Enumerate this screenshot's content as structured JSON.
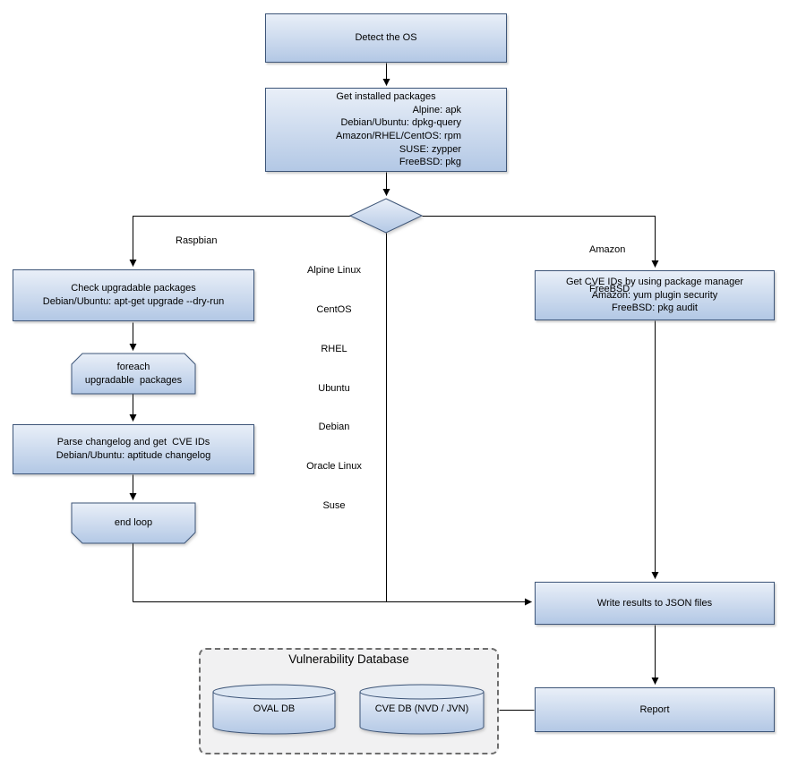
{
  "colors": {
    "node_fill_top": "#e9eff8",
    "node_fill_bottom": "#b3c8e5",
    "node_border": "#3d5578",
    "connector": "#000000",
    "cylinder_top": "#dde7f3",
    "db_panel_bg": "#f1f1f2",
    "db_panel_border": "#6e6e6e",
    "text": "#000000"
  },
  "nodes": {
    "detect_os": {
      "label": "Detect the OS"
    },
    "get_installed_packages": {
      "title": "Get installed packages",
      "lines": [
        "Alpine: apk",
        "Debian/Ubuntu: dpkg-query",
        "Amazon/RHEL/CentOS: rpm",
        "SUSE: zypper",
        "FreeBSD: pkg"
      ]
    },
    "check_upgradable": {
      "lines": [
        "Check upgradable packages",
        "Debian/Ubuntu: apt-get upgrade --dry-run"
      ]
    },
    "foreach_loop": {
      "lines": [
        "foreach",
        "upgradable  packages"
      ]
    },
    "parse_changelog": {
      "lines": [
        "Parse changelog and get  CVE IDs",
        "Debian/Ubuntu: aptitude changelog"
      ]
    },
    "end_loop": {
      "label": "end loop"
    },
    "get_cve_ids": {
      "lines": [
        "Get CVE IDs by using package manager",
        "Amazon: yum plugin security",
        "FreeBSD: pkg audit"
      ]
    },
    "write_results": {
      "label": "Write results to JSON files"
    },
    "report": {
      "label": "Report"
    },
    "vulnerability_database": {
      "title": "Vulnerability Database",
      "databases": [
        "OVAL DB",
        "CVE DB (NVD / JVN)"
      ]
    }
  },
  "edge_labels": {
    "left_branch": "Raspbian",
    "middle_branch": [
      "Alpine Linux",
      "CentOS",
      "RHEL",
      "Ubuntu",
      "Debian",
      "Oracle Linux",
      "Suse"
    ],
    "right_branch": [
      "Amazon",
      "FreeBSD"
    ]
  }
}
